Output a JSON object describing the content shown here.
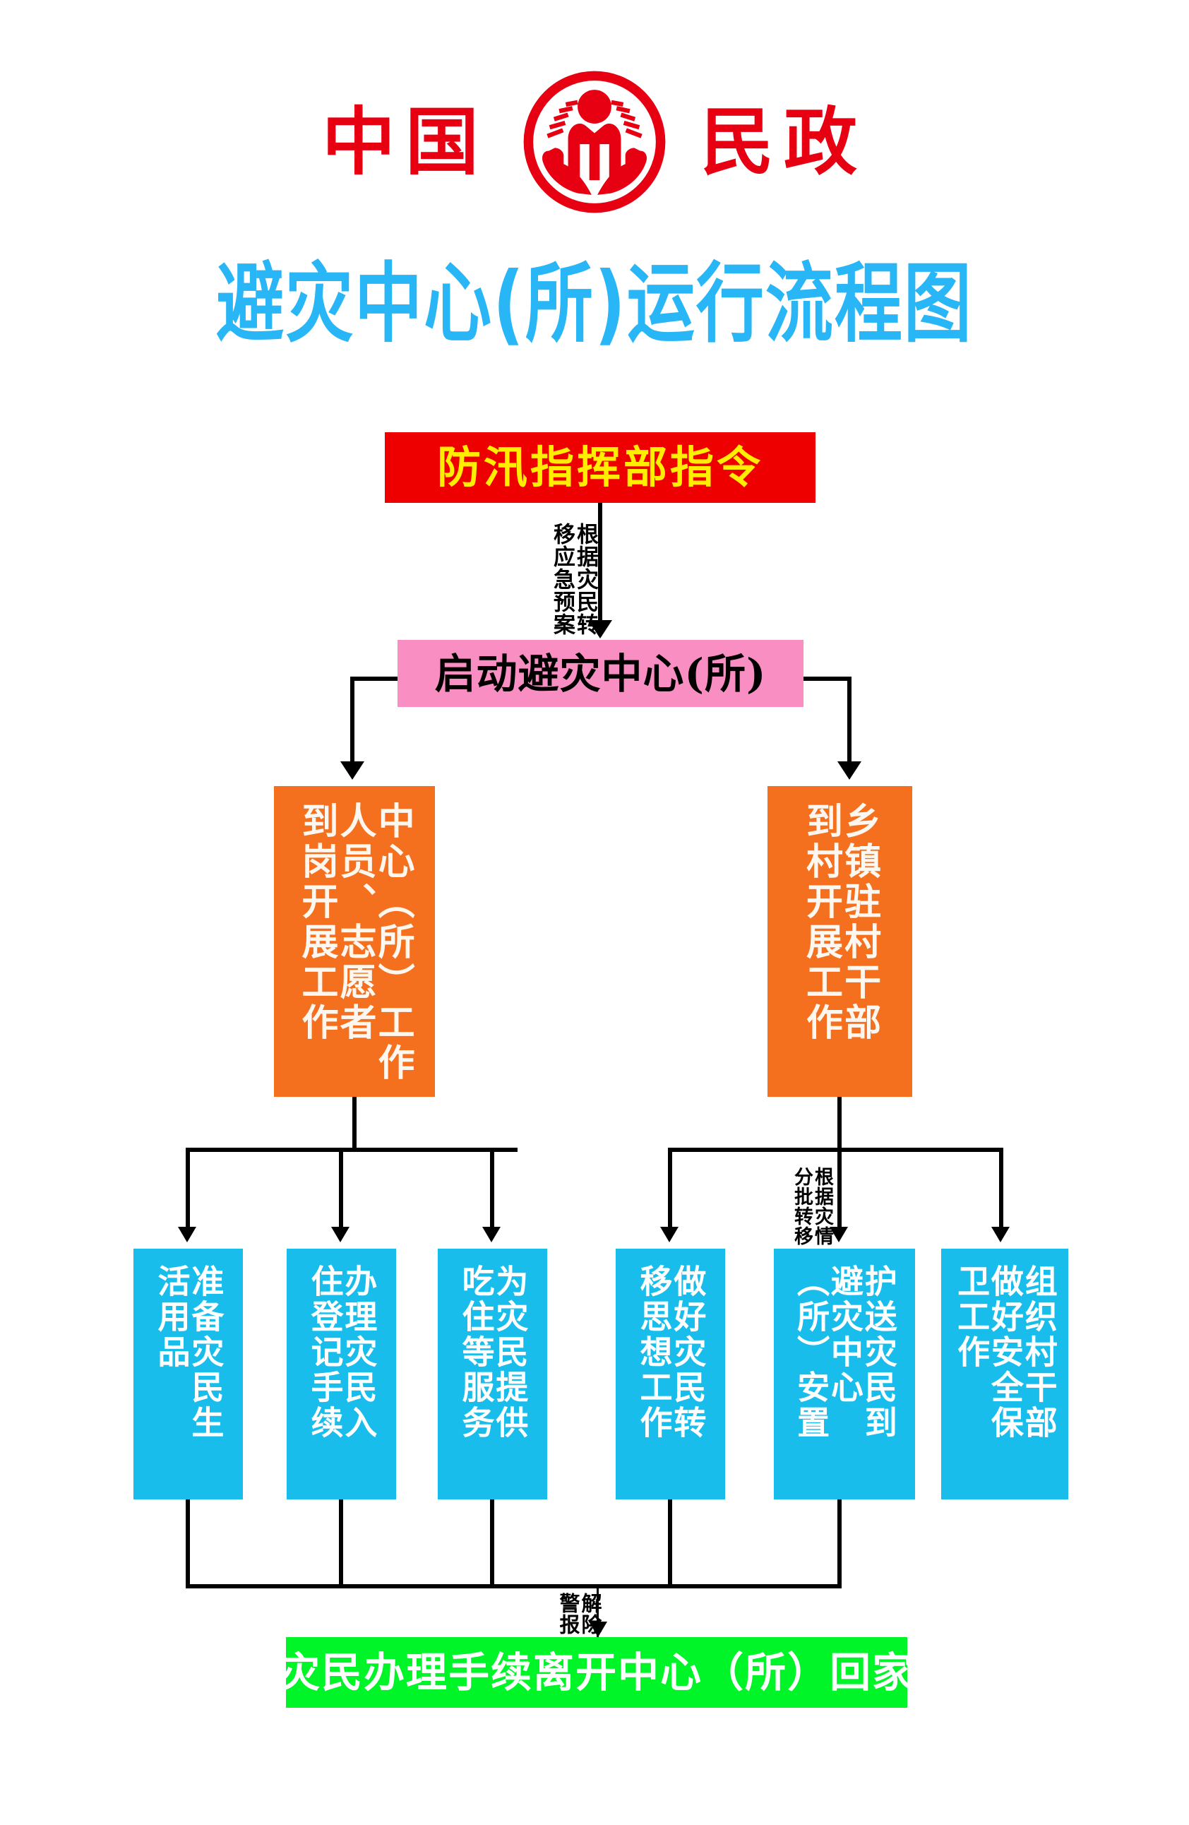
{
  "header": {
    "left_word": "中国",
    "right_word": "民政",
    "logo_icon": "ministry-civil-affairs-emblem",
    "logo_color": "#e60012"
  },
  "title": {
    "text": "避灾中心(所)运行流程图",
    "color": "#29b6f6"
  },
  "colors": {
    "command_bg": "#ee0000",
    "command_text": "#ffee00",
    "activate_bg": "#f98ec2",
    "orange_bg": "#f4701f",
    "cyan_bg": "#18bdeb",
    "green_bg": "#00f529",
    "line": "#000000"
  },
  "nodes": {
    "command": {
      "label": "防汛指挥部指令"
    },
    "activate": {
      "label": "启动避灾中心(所)"
    },
    "center_staff": {
      "columns": [
        "中心（所）工作",
        "人员、志愿者",
        "到岗开展工作"
      ],
      "full_text": "中心（所）工作人员、志愿者到岗开展工作"
    },
    "village_cadre": {
      "columns": [
        "乡镇驻村干部",
        "到村开展工作"
      ],
      "full_text": "乡镇驻村干部到村开展工作"
    },
    "supplies": {
      "columns": [
        "准备灾民生",
        "活用品"
      ],
      "full_text": "准备灾民生活用品"
    },
    "register": {
      "columns": [
        "办理灾民入",
        "住登记手续"
      ],
      "full_text": "办理灾民入住登记手续"
    },
    "services": {
      "columns": [
        "为灾民提供",
        "吃住等服务"
      ],
      "full_text": "为灾民提供吃住等服务"
    },
    "thought": {
      "columns": [
        "做好灾民转",
        "移思想工作"
      ],
      "full_text": "做好灾民转移思想工作"
    },
    "escort": {
      "columns": [
        "护送灾民到",
        "避灾中心",
        "（所）安置"
      ],
      "full_text": "护送灾民到避灾中心（所）安置"
    },
    "security": {
      "columns": [
        "组织村干部",
        "做好安全保",
        "卫工作"
      ],
      "full_text": "组织村干部做好安全保卫工作"
    },
    "gohome": {
      "label": "灾民办理手续离开中心（所）回家"
    }
  },
  "edge_labels": {
    "plan": {
      "right_column": "根据灾民转",
      "left_column": "移应急预案",
      "full_text": "根据灾民转移应急预案"
    },
    "batch": {
      "right_column": "根据灾情",
      "left_column": "分批转移",
      "full_text": "根据灾情分批转移"
    },
    "allclear": {
      "right_column": "解除",
      "left_column": "警报",
      "full_text": "解除警报"
    }
  }
}
